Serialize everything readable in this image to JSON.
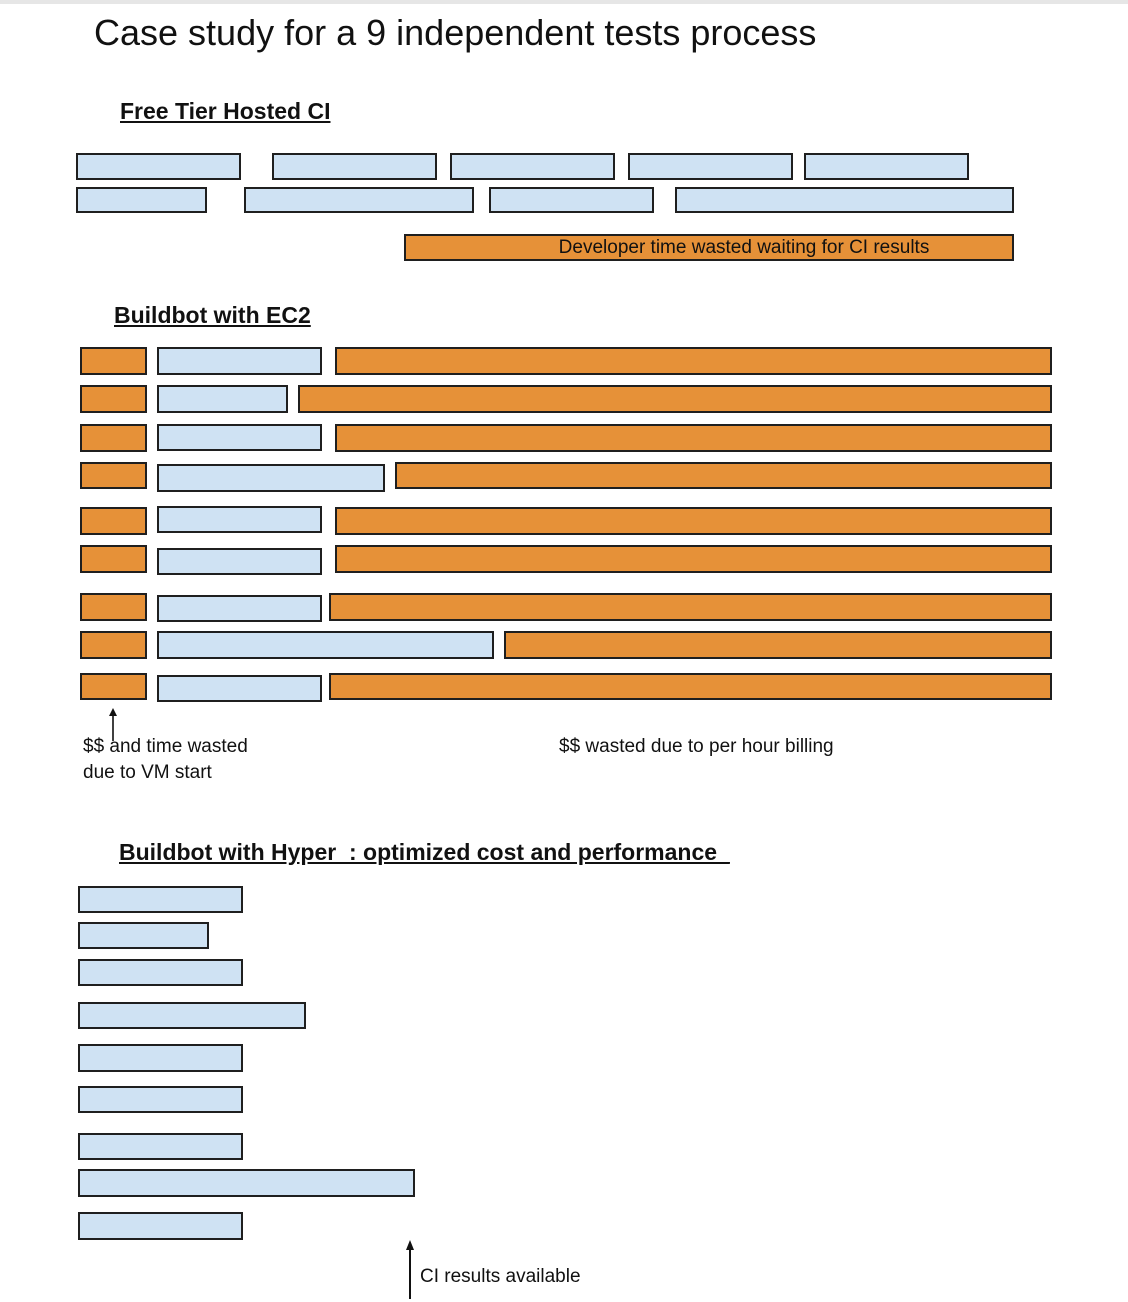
{
  "title": "Case study for a 9 independent tests process",
  "sections": {
    "free_tier": {
      "heading": "Free Tier Hosted CI",
      "wait_label": "Developer time  wasted waiting for CI results"
    },
    "ec2": {
      "heading": "Buildbot with EC2",
      "vm_start_note": "$$ and time wasted\ndue to VM start",
      "billing_note": "$$ wasted due to per hour billing"
    },
    "hyper": {
      "heading": "Buildbot with Hyper_: optimized cost and performance_",
      "results_note": "CI results available"
    }
  },
  "colors": {
    "test_run": "#cfe2f3",
    "waste": "#e69138",
    "outline": "#1f1f1f"
  },
  "icons": {
    "vm_start_arrow": "up-arrow-icon",
    "results_arrow": "up-arrow-icon"
  }
}
